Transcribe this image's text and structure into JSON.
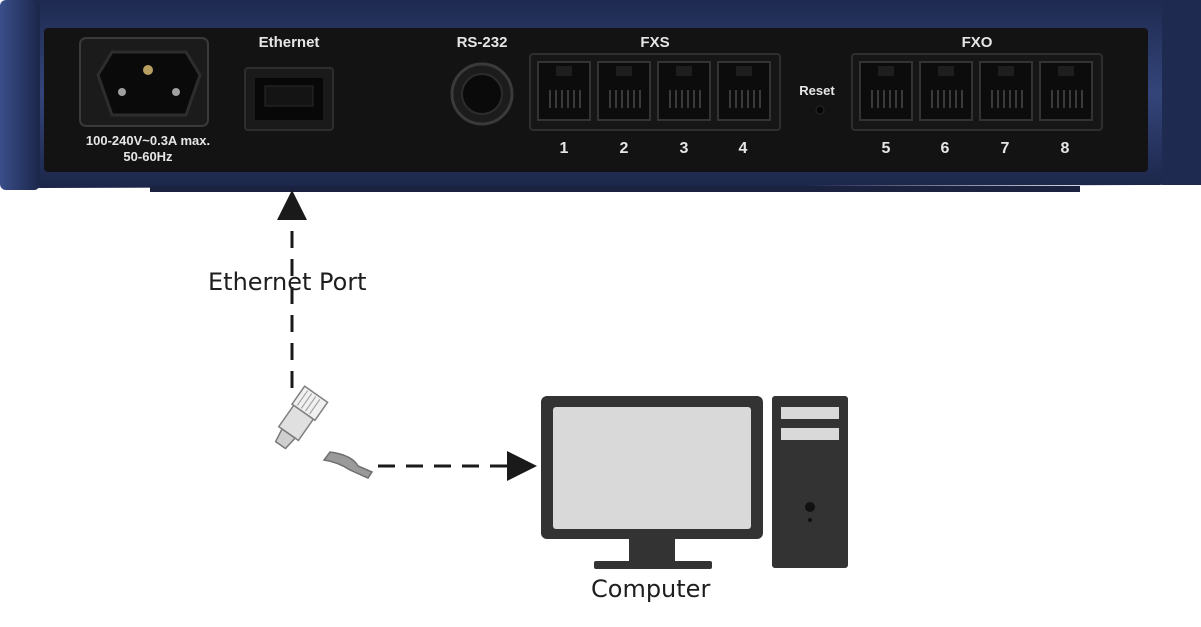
{
  "device": {
    "power_label_line1": "100-240V~0.3A max.",
    "power_label_line2": "50-60Hz",
    "ethernet_label": "Ethernet",
    "rs232_label": "RS-232",
    "fxs_label": "FXS",
    "fxo_label": "FXO",
    "reset_label": "Reset",
    "fxs_ports": [
      "1",
      "2",
      "3",
      "4"
    ],
    "fxo_ports": [
      "5",
      "6",
      "7",
      "8"
    ]
  },
  "diagram": {
    "ethernet_port_label": "Ethernet Port",
    "computer_label": "Computer"
  },
  "colors": {
    "chassis_blue": "#2b3a6b",
    "panel_black": "#131313",
    "label_text": "#e6e6e6",
    "computer_gray": "#333333",
    "screen_gray": "#d9d9d9",
    "arrow_dash": "#1a1a1a"
  }
}
